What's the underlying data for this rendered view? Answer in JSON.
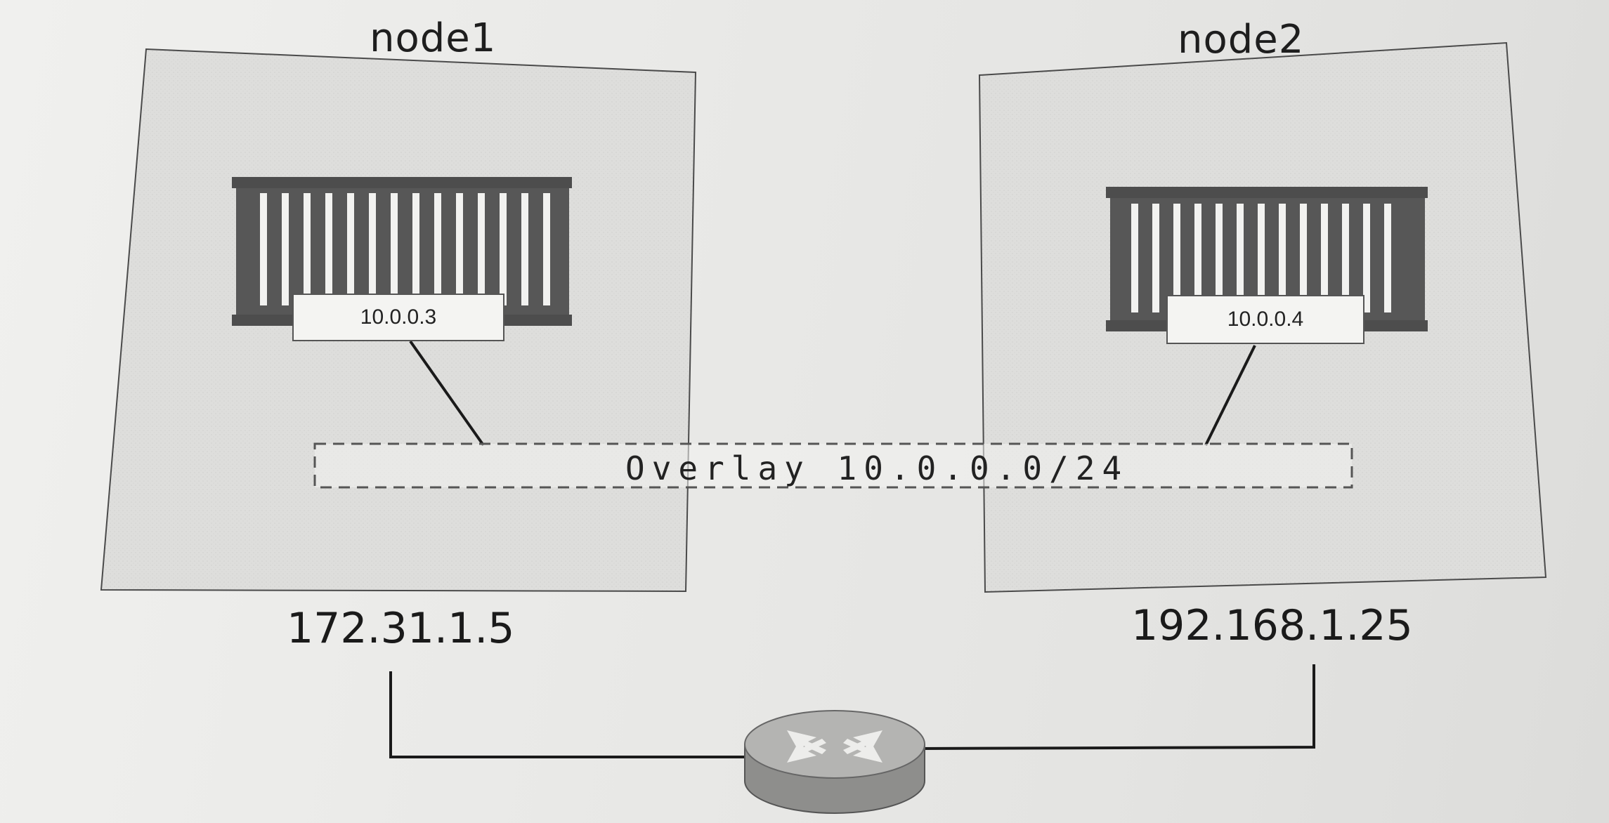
{
  "nodes": {
    "node1": {
      "title": "node1",
      "host_ip": "172.31.1.5",
      "container_ip": "10.0.0.3"
    },
    "node2": {
      "title": "node2",
      "host_ip": "192.168.1.25",
      "container_ip": "10.0.0.4"
    }
  },
  "overlay": {
    "label": "Overlay 10.0.0.0/24"
  },
  "icons": {
    "container": "shipping-container-icon",
    "router": "router-icon"
  },
  "colors": {
    "node_box": "#dcdcda",
    "container": "#555555",
    "router": "#9a9a98",
    "line": "#1a1a1a"
  }
}
